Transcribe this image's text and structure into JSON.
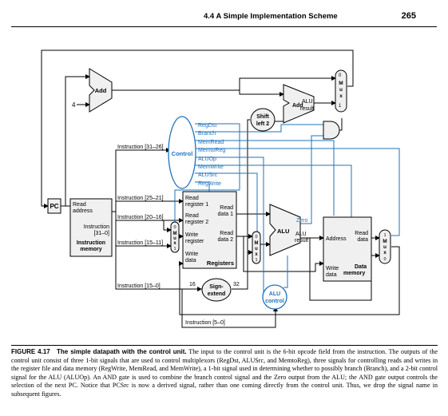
{
  "header": {
    "section": "4.4  A Simple Implementation Scheme",
    "page_number": "265"
  },
  "components": {
    "pc": "PC",
    "add_top": "Add",
    "constant_four": "4",
    "add_branch": [
      "Add",
      "ALU",
      "result"
    ],
    "shift_left": [
      "Shift",
      "left 2"
    ],
    "control": "Control",
    "instruction_memory": {
      "read_address": [
        "Read",
        "address"
      ],
      "instruction": [
        "Instruction",
        "[31–0]"
      ],
      "title": [
        "Instruction",
        "memory"
      ]
    },
    "registers": {
      "read_reg1": [
        "Read",
        "register 1"
      ],
      "read_reg2": [
        "Read",
        "register 2"
      ],
      "write_reg": [
        "Write",
        "register"
      ],
      "write_data": [
        "Write",
        "data"
      ],
      "read_data1": [
        "Read",
        "data 1"
      ],
      "read_data2": [
        "Read",
        "data 2"
      ],
      "title": "Registers"
    },
    "alu": {
      "zero": "Zero",
      "alu": "ALU",
      "result": [
        "ALU",
        "result"
      ]
    },
    "data_memory": {
      "address": "Address",
      "read_data": [
        "Read",
        "data"
      ],
      "write_data": [
        "Write",
        "data"
      ],
      "title": [
        "Data",
        "memory"
      ]
    },
    "sign_extend": [
      "Sign-",
      "extend"
    ],
    "alu_control": [
      "ALU",
      "control"
    ],
    "mux": [
      "M",
      "u",
      "x"
    ],
    "mux_inputs": [
      "0",
      "1"
    ],
    "widths": [
      "16",
      "32"
    ]
  },
  "instruction_fields": [
    "Instruction [31–26]",
    "Instruction [25–21]",
    "Instruction [20–16]",
    "Instruction [15–11]",
    "Instruction [15–0]",
    "Instruction [5–0]"
  ],
  "control_signals": [
    "RegDst",
    "Branch",
    "MemRead",
    "MemtoReg",
    "ALUOp",
    "MemWrite",
    "ALUSrc",
    "RegWrite"
  ],
  "caption": {
    "figure_label": "FIGURE 4.17",
    "title": "The simple datapath with the control unit.",
    "text": "The input to the control unit is the 6-bit opcode field from the instruction. The outputs of the control unit consist of three 1-bit signals that are used to control multiplexors (RegDst, ALUSrc, and MemtoReg), three signals for controlling reads and writes in the register file and data memory (RegWrite, MemRead, and MemWrite), a 1-bit signal used in determining whether to possibly branch (Branch), and a 2-bit control signal for the ALU (ALUOp). An AND gate is used to combine the branch control signal and the Zero output from the ALU; the AND gate output controls the selection of the next PC. Notice that PCSrc is now a derived signal, rather than one coming directly from the control unit. Thus, we drop the signal name in subsequent figures."
  },
  "colors": {
    "control": "#1e73be",
    "datapath": "#000000",
    "unit_fill": "#f0f0f0"
  }
}
